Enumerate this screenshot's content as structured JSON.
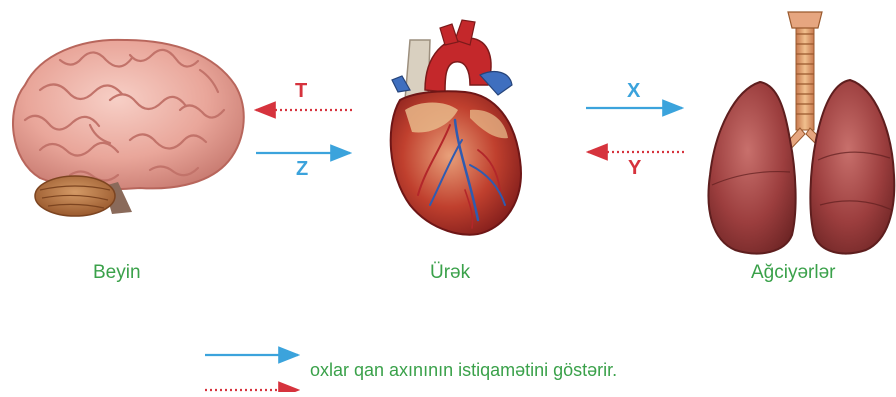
{
  "organs": {
    "brain": "Beyin",
    "heart": "Ürək",
    "lungs": "Ağciyərlər"
  },
  "arrows": {
    "T": "T",
    "Z": "Z",
    "X": "X",
    "Y": "Y"
  },
  "legend": {
    "text": "oxlar qan axınının istiqamətini göstərir."
  },
  "colors": {
    "blue_arrow": "#3ba3dc",
    "red_arrow": "#d6333d",
    "label_green": "#3aa14a"
  }
}
